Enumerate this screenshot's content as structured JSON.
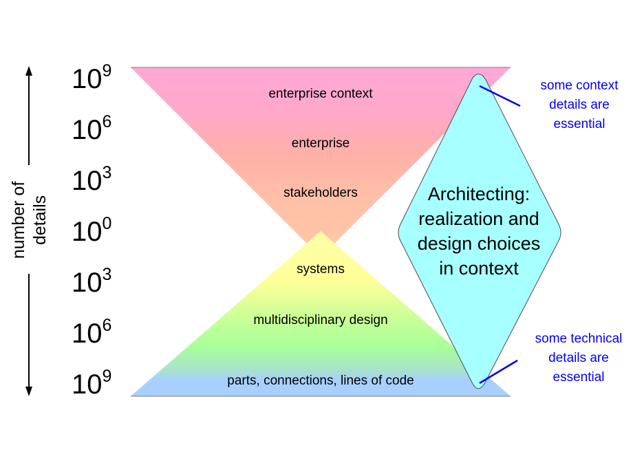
{
  "axis": {
    "label_line1": "number of",
    "label_line2": "details"
  },
  "magnitudes": [
    {
      "base": "10",
      "exp": "9"
    },
    {
      "base": "10",
      "exp": "6"
    },
    {
      "base": "10",
      "exp": "3"
    },
    {
      "base": "10",
      "exp": "0"
    },
    {
      "base": "10",
      "exp": "3"
    },
    {
      "base": "10",
      "exp": "6"
    },
    {
      "base": "10",
      "exp": "9"
    }
  ],
  "upper_layers": [
    "enterprise context",
    "enterprise",
    "stakeholders"
  ],
  "lower_layers": [
    "systems",
    "multidisciplinary design",
    "parts, connections, lines of code"
  ],
  "architecting": {
    "lines": [
      "Architecting:",
      "realization and",
      "design choices",
      "in context"
    ]
  },
  "notes": {
    "top": [
      "some context",
      "details are",
      "essential"
    ],
    "bottom": [
      "some technical",
      "details are",
      "essential"
    ]
  },
  "colors": {
    "enterprise_context": "#ffa8d8",
    "enterprise": "#ffb0a8",
    "stakeholders": "#ffc0a8",
    "systems": "#ffffa0",
    "multidisciplinary_design": "#a8ffa0",
    "parts": "#a8d0ff",
    "architecting": "#a8ffff",
    "note_text": "#0000ee",
    "note_line": "#0000ee"
  }
}
